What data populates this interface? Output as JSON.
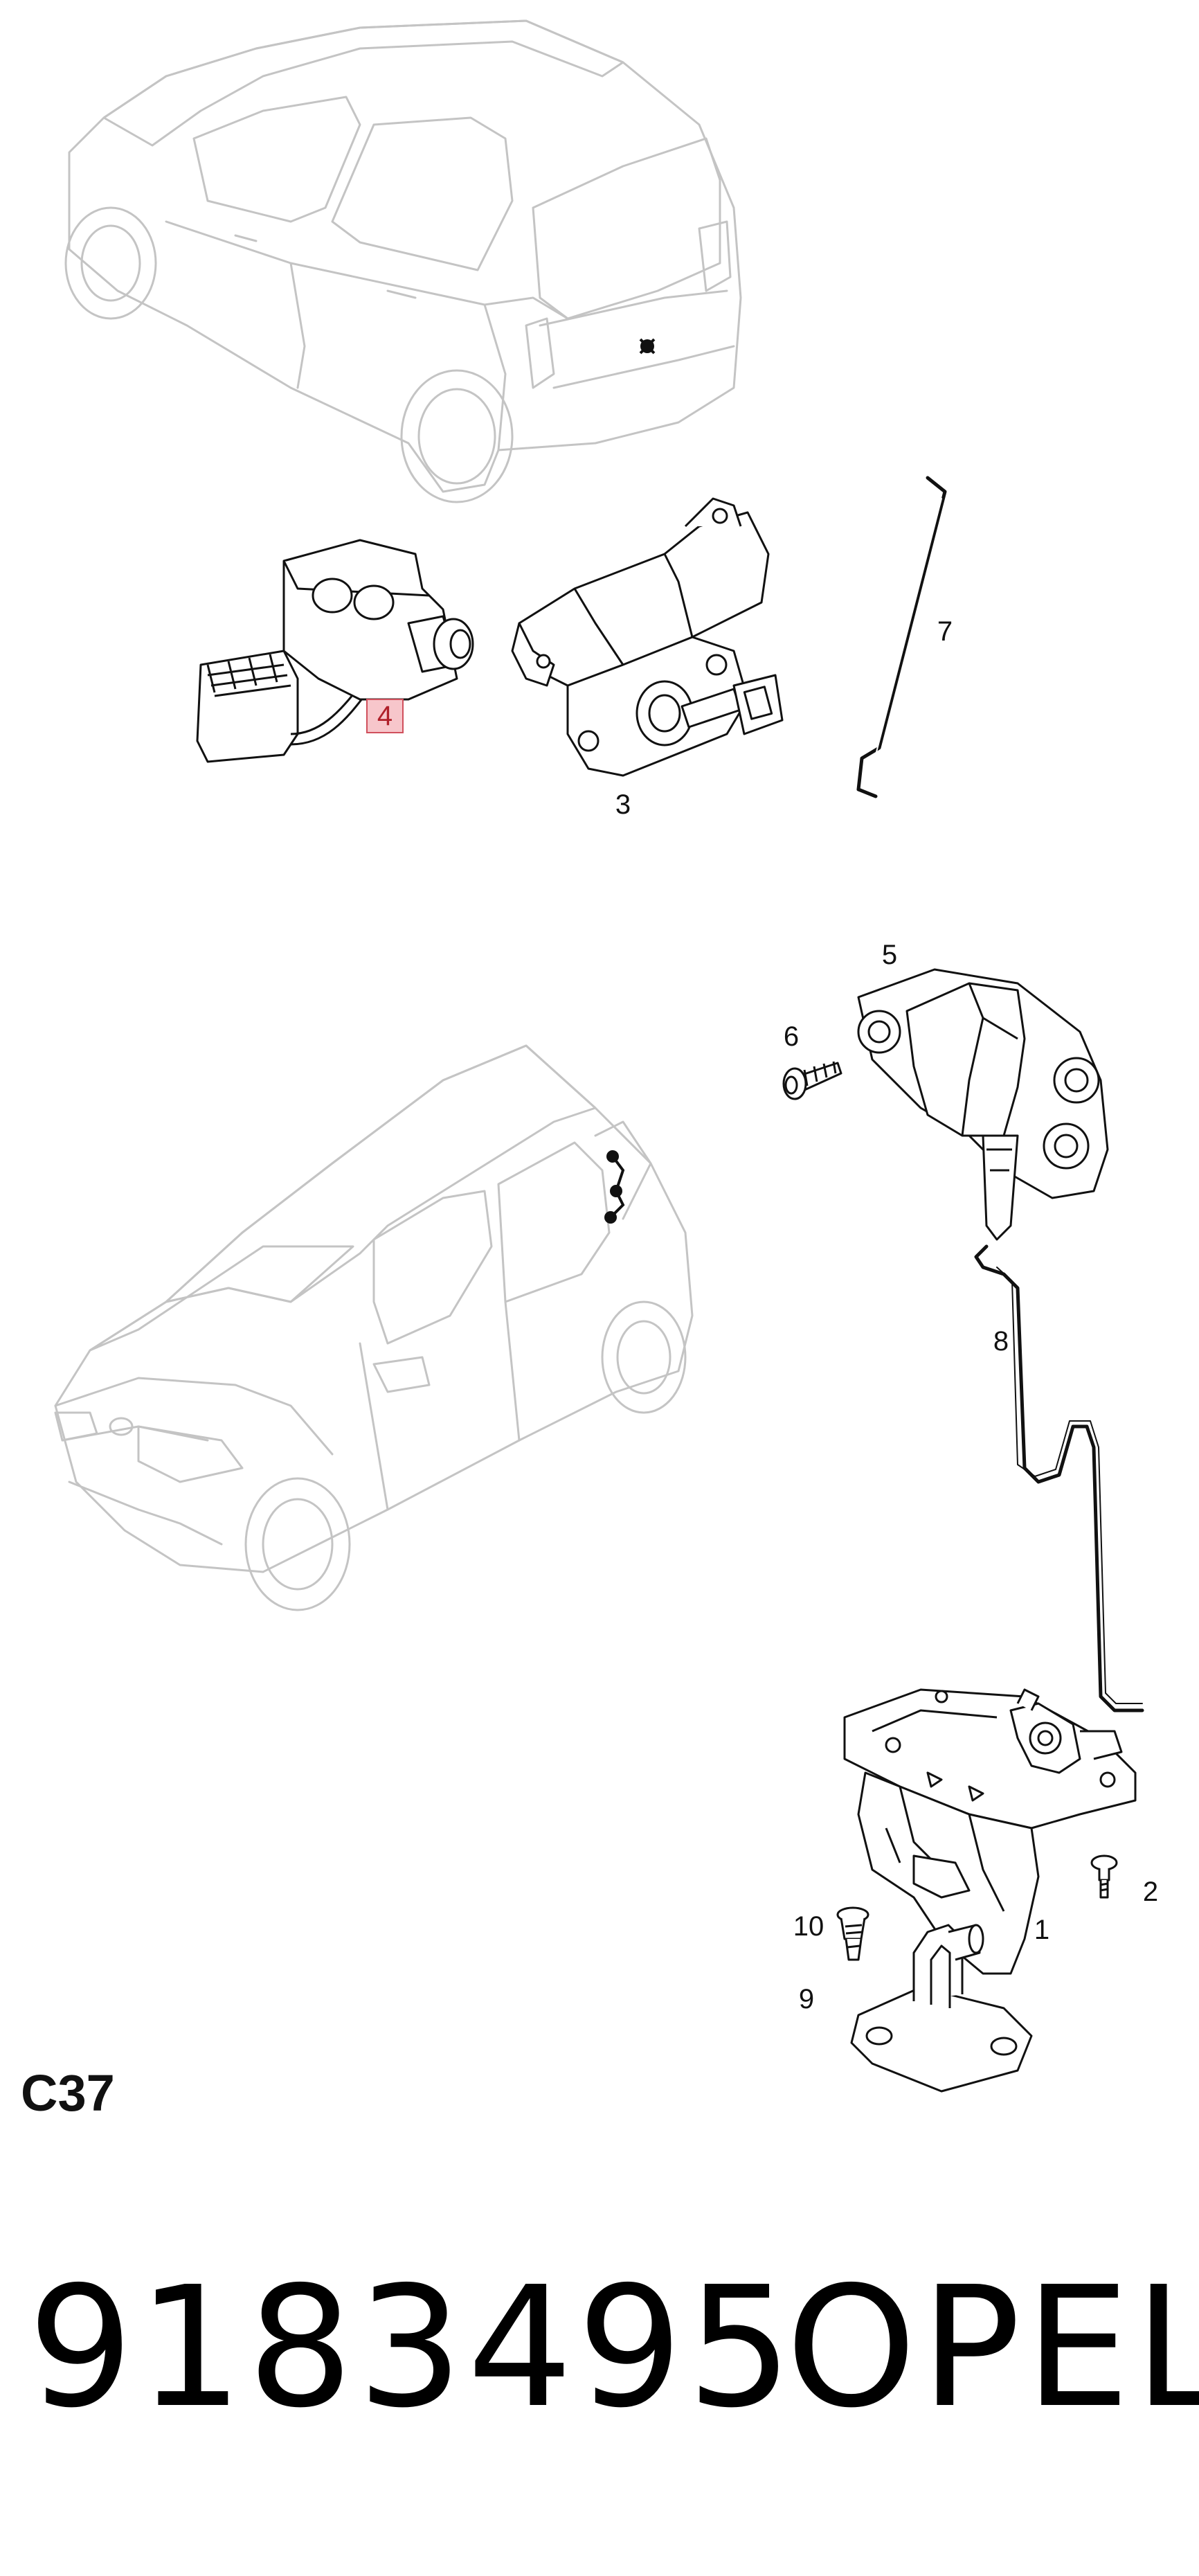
{
  "section_code": "C37",
  "footer": {
    "part_number": "9183495",
    "brand": "OPEL"
  },
  "highlight_color": "#f7c6cb",
  "highlight_stroke": "#d0505c",
  "callouts": [
    {
      "id": "1",
      "label": "1"
    },
    {
      "id": "2",
      "label": "2"
    },
    {
      "id": "3",
      "label": "3"
    },
    {
      "id": "4",
      "label": "4",
      "highlighted": true
    },
    {
      "id": "5",
      "label": "5"
    },
    {
      "id": "6",
      "label": "6"
    },
    {
      "id": "7",
      "label": "7"
    },
    {
      "id": "8",
      "label": "8"
    },
    {
      "id": "9",
      "label": "9"
    },
    {
      "id": "10",
      "label": "10"
    }
  ],
  "illustrations": [
    {
      "name": "car-rear-view",
      "depicts": "car-rear-three-quarter"
    },
    {
      "name": "car-front-view",
      "depicts": "car-front-three-quarter"
    },
    {
      "name": "part-4-actuator",
      "depicts": "actuator-with-connector"
    },
    {
      "name": "part-3-lock-cylinder",
      "depicts": "lock-cylinder-with-key"
    },
    {
      "name": "part-7-rod",
      "depicts": "rod"
    },
    {
      "name": "part-5-latch",
      "depicts": "door-latch"
    },
    {
      "name": "part-6-screw",
      "depicts": "screw"
    },
    {
      "name": "part-8-rod",
      "depicts": "rod"
    },
    {
      "name": "part-1-tailgate-lock",
      "depicts": "tailgate-lock"
    },
    {
      "name": "part-2-bolt",
      "depicts": "bolt"
    },
    {
      "name": "part-10-bolt",
      "depicts": "bolt"
    },
    {
      "name": "part-9-striker",
      "depicts": "striker"
    }
  ]
}
